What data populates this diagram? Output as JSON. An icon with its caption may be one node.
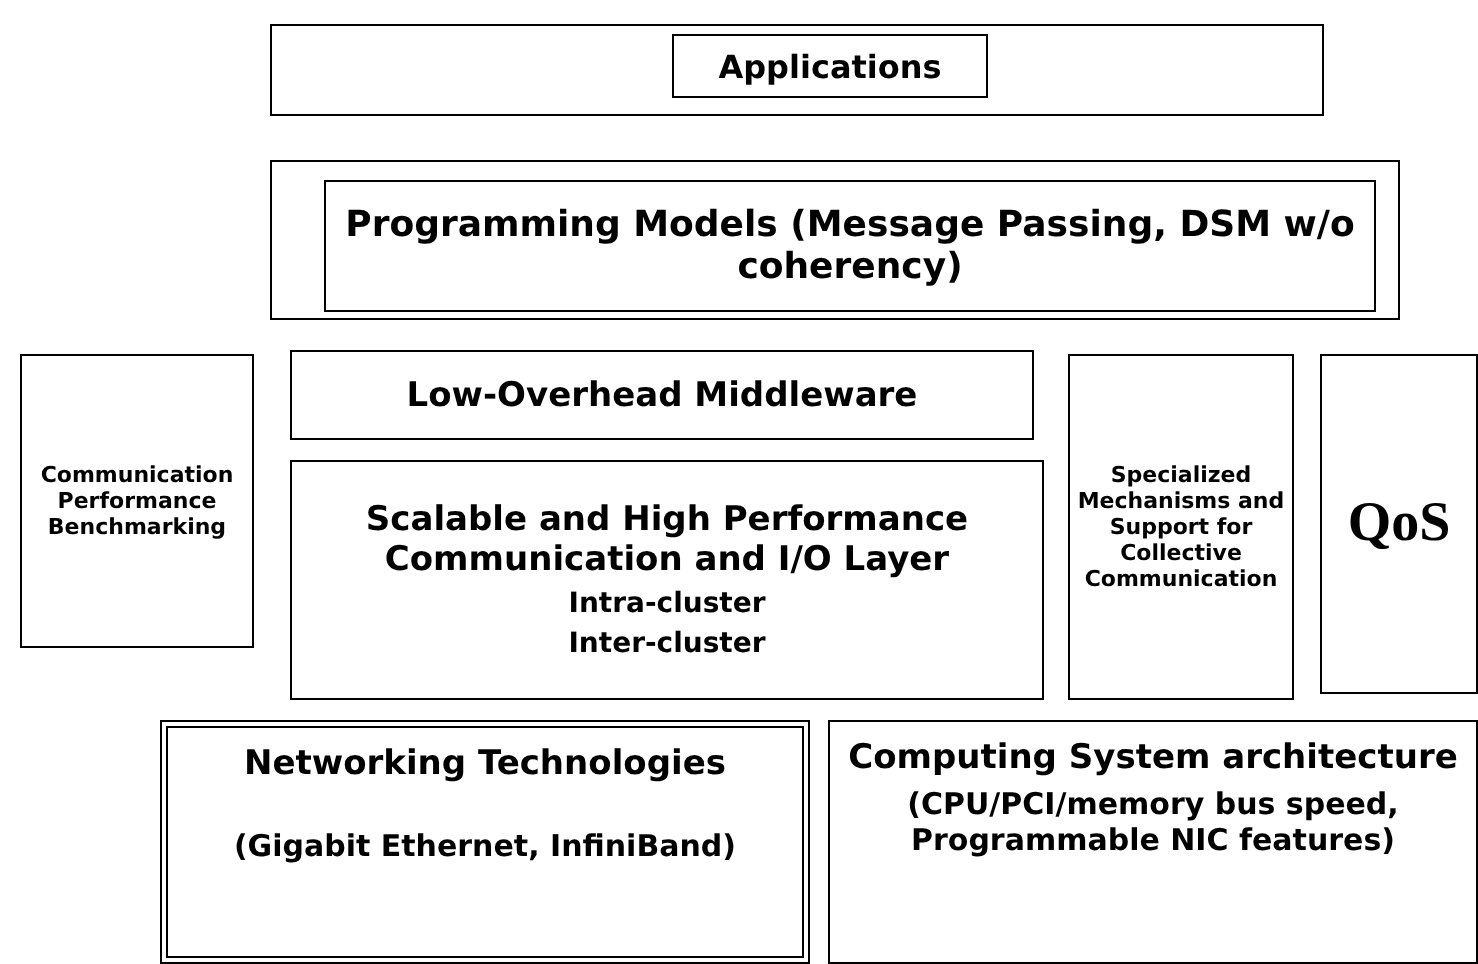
{
  "diagram": {
    "nodes": [
      {
        "text": [],
        "shape": "box"
      },
      {
        "text": [
          "Applications"
        ],
        "in": 0
      },
      {
        "text": [],
        "shape": "box"
      },
      {
        "text": [
          "Programming Models (Message Passing, DSM w/o coherency)"
        ],
        "in": 2
      },
      {
        "text": [
          "Communication Performance Benchmarking"
        ]
      },
      {
        "text": [
          "Low-Overhead Middleware"
        ]
      },
      {
        "text": [
          "Scalable and High Performance Communication and I/O Layer",
          "Intra-cluster",
          "Inter-cluster"
        ]
      },
      {
        "text": [
          "Specialized Mechanisms and Support for Collective Communication"
        ]
      },
      {
        "text": [
          "QoS"
        ]
      },
      {
        "text": [
          "Networking Technologies",
          "(Gigabit Ethernet, InfiniBand)"
        ]
      },
      {
        "text": [
          "Computing System architecture",
          "(CPU/PCI/memory bus speed, Programmable NIC features)"
        ]
      }
    ],
    "edges": []
  }
}
